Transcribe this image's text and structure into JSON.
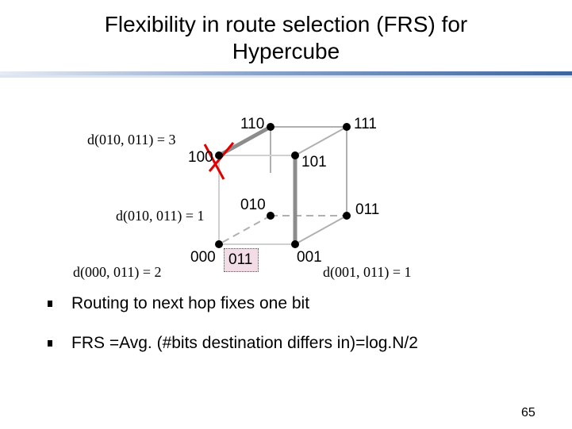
{
  "slide": {
    "title_line1": "Flexibility in route selection (FRS) for",
    "title_line2": "Hypercube",
    "page_number": "65",
    "accent_color": "#5a7fb0"
  },
  "nodes": {
    "n110": "110",
    "n111": "111",
    "n100": "100",
    "n101": "101",
    "n010": "010",
    "n011": "011",
    "n000": "000",
    "n001": "001",
    "highlight": "011"
  },
  "annotations": {
    "d_010_011_3": "d(010, 011) = 3",
    "d_010_011_1": "d(010, 011) = 1",
    "d_000_011_2": "d(000, 011) = 2",
    "d_001_011_1": "d(001, 011) = 1"
  },
  "bullets": [
    "Routing to next hop fixes one bit",
    "FRS =Avg. (#bits destination differs in)=log.N/2"
  ]
}
